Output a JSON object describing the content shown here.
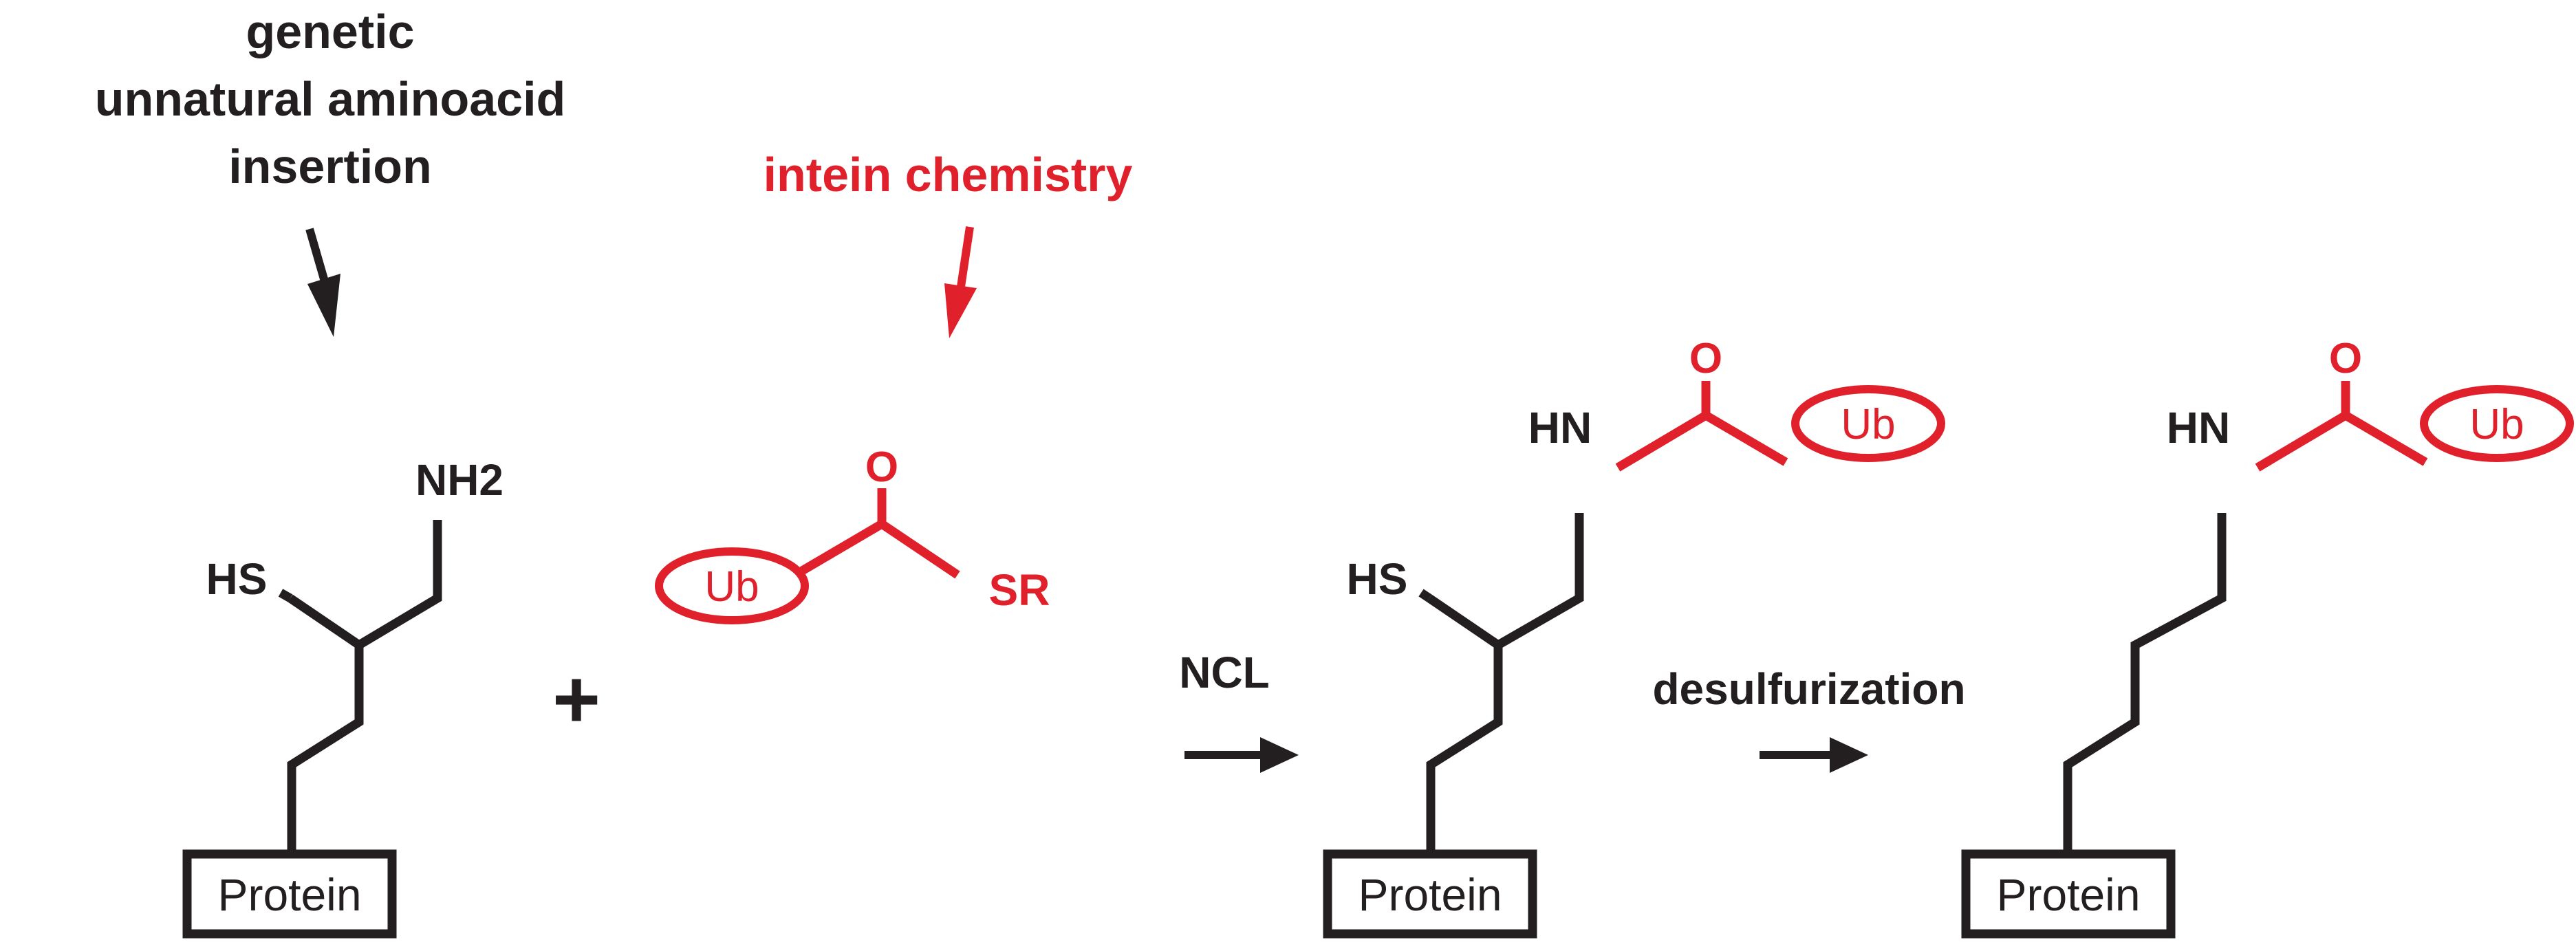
{
  "annotations": {
    "genetic": [
      "genetic",
      "unnatural aminoacid",
      "insertion"
    ],
    "intein": "intein chemistry"
  },
  "reagent1": {
    "box_label": "Protein",
    "thiol": "HS",
    "amine": "NH2"
  },
  "plus": "+",
  "reagent2": {
    "tag": "Ub",
    "carbonyl": "O",
    "thioester": "SR"
  },
  "step1": {
    "label": "NCL"
  },
  "product1": {
    "box_label": "Protein",
    "thiol": "HS",
    "amide": "HN",
    "carbonyl": "O",
    "tag": "Ub"
  },
  "step2": {
    "label": "desulfurization"
  },
  "product2": {
    "box_label": "Protein",
    "amide": "HN",
    "carbonyl": "O",
    "tag": "Ub"
  },
  "colors": {
    "black": "#231f20",
    "red": "#e0202a"
  }
}
